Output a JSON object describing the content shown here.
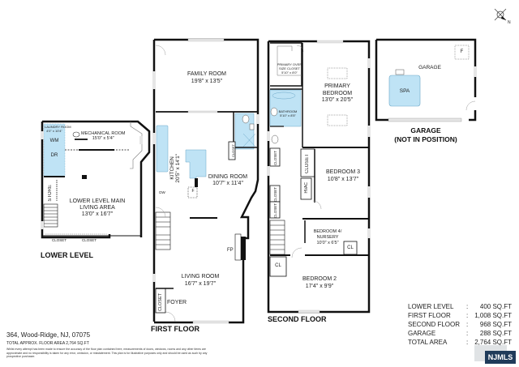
{
  "compass": {
    "label": "N"
  },
  "lower_level": {
    "title": "LOWER LEVEL",
    "rooms": {
      "laundry": {
        "name": "LAUNDRY ROOM",
        "dims": "4'0\" x 10'4\""
      },
      "wm": "WM",
      "dr": "DR",
      "mechanical": {
        "name": "MECHANICAL ROOM",
        "dims": "15'0\" x 5'4\""
      },
      "store": "STORE",
      "main": {
        "name": "LOWER LEVEL MAIN LIVING AREA",
        "line1": "LOWER LEVEL MAIN",
        "line2": "LIVING AREA",
        "dims": "13'0\" x 16'7\""
      },
      "closet1": "CLOSET",
      "closet2": "CLOSET"
    }
  },
  "first_floor": {
    "title": "FIRST FLOOR",
    "rooms": {
      "family": {
        "name": "FAMILY ROOM",
        "dims": "19'8\" x 13'5\""
      },
      "kitchen": {
        "name": "KITCHEN",
        "dims": "20'5\" x 14'1\""
      },
      "dw": "DW",
      "f": "F",
      "dining": {
        "name": "DINING ROOM",
        "dims": "10'7\" x 11'4\""
      },
      "closet_bath": "CLOSET",
      "fp": "FP",
      "living": {
        "name": "LIVING ROOM",
        "dims": "16'7\" x 19'7\""
      },
      "closet_foyer": "CLOSET",
      "foyer": "FOYER"
    }
  },
  "second_floor": {
    "title": "SECOND FLOOR",
    "rooms": {
      "primary_closet": {
        "name": "PRIMARY OVER SIZE CLOSET",
        "line1": "PRIMARY OVER",
        "line2": "SIZE CLOSET",
        "dims": "5'10\" x 8'0\""
      },
      "primary": {
        "line1": "PRIMARY",
        "line2": "BEDROOM",
        "dims": "13'0\" x 20'5\""
      },
      "bathroom": {
        "name": "BATHROOM",
        "dims": "5'10\" x 8'5\""
      },
      "closet_a": "CLOSET",
      "closet_b": "CLOSET",
      "closet_c": "CLOSET",
      "closet_d": "CLOSET",
      "hvac": "HVAC",
      "bedroom3": {
        "name": "BEDROOM 3",
        "dims": "10'8\" x 13'7\""
      },
      "bedroom4": {
        "line1": "BEDROOM 4/",
        "line2": "NURSERY",
        "dims": "10'0\" x 6'5\""
      },
      "cl1": "CL",
      "cl2": "CL",
      "bedroom2": {
        "name": "BEDROOM 2",
        "dims": "17'4\" x 9'9\""
      }
    }
  },
  "garage": {
    "title_line1": "GARAGE",
    "title_line2": "(NOT IN POSITION)",
    "label": "GARAGE",
    "spa": "SPA",
    "f": "F"
  },
  "areas": [
    {
      "name": "LOWER LEVEL",
      "value": "400 SQ.FT"
    },
    {
      "name": "FIRST FLOOR",
      "value": "1,008 SQ.FT"
    },
    {
      "name": "SECOND FLOOR",
      "value": "968 SQ.FT"
    },
    {
      "name": "GARAGE",
      "value": "288 SQ.FT"
    },
    {
      "name": "TOTAL AREA",
      "value": "2,764 SQ.FT"
    }
  ],
  "footer": {
    "address": "364, Wood-Ridge, NJ, 07075",
    "total": "TOTAL APPROX. FLOOR AREA 2,764 SQ.FT",
    "disclaimer": "Whilst every attempt has been made to ensure the accuracy of the floor plan contained here, measurements of doors, windows, rooms and any other items are approximate and no responsibility is taken for any error, omission, or misstatement. This plan is for illustrative purposes only and should be used as such by any prospective purchaser."
  },
  "badge": "NJMLS",
  "colors": {
    "wall": "#111111",
    "wet_area": "#bfe3f5",
    "wet_stroke": "#6aa7c7",
    "window": "#e6e6e6"
  }
}
